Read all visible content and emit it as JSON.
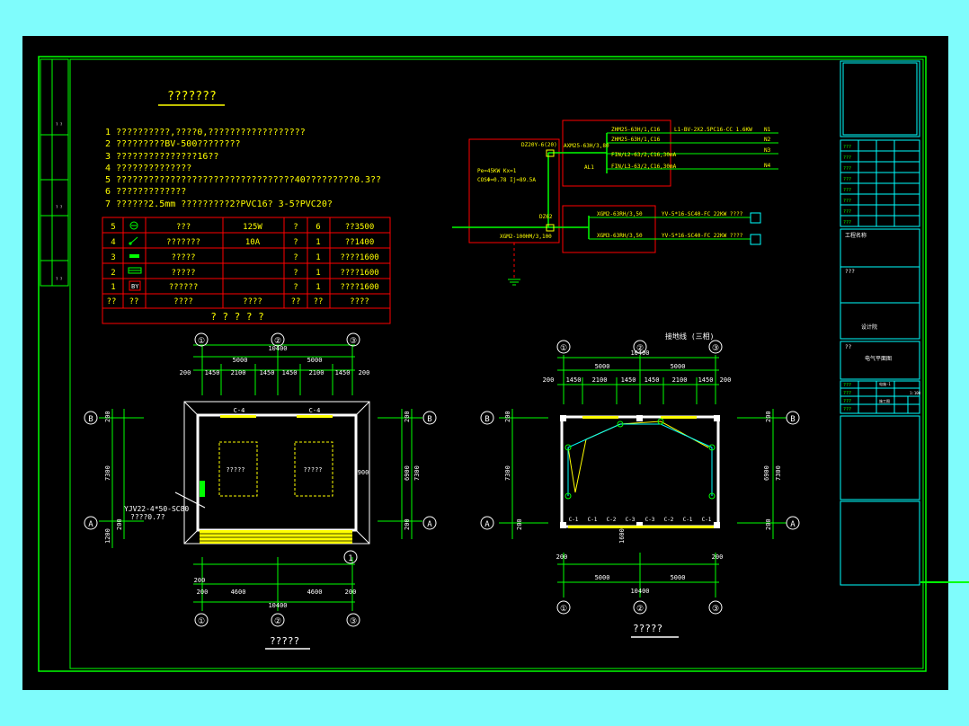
{
  "colors": {
    "background": "#7ffcfc",
    "canvas": "#000000",
    "frame": "#00ff00",
    "red": "#ff0000",
    "yellow": "#ffff00",
    "cyan": "#00ffff",
    "white": "#ffffff"
  },
  "notes": {
    "title": "???????",
    "lines": [
      "1 ??????????,????0,??????????????????",
      "2 ?????????BV-500????????",
      "3 ???????????????16??",
      "4 ??????????????",
      "5 ?????????????????????????????????40?????????0.3??",
      "6 ?????????????",
      "7  ??????2.5mm ?????????2?PVC16?   3-5?PVC20?"
    ]
  },
  "material_table": {
    "rows": [
      [
        "5",
        "",
        "???",
        "125W",
        "?",
        "6",
        "??3500"
      ],
      [
        "4",
        "",
        "???????",
        "10A",
        "?",
        "1",
        "??1400"
      ],
      [
        "3",
        "",
        "?????",
        "",
        "?",
        "1",
        "????1600"
      ],
      [
        "2",
        "",
        "?????",
        "",
        "?",
        "1",
        "????1600"
      ],
      [
        "1",
        "BY",
        "??????",
        "",
        "?",
        "1",
        "????1600"
      ],
      [
        "??",
        "??",
        "????",
        "????",
        "??",
        "??",
        "????"
      ]
    ],
    "footer": "? ? ? ? ?"
  },
  "system": {
    "incoming_label": "DZ20Y-6(20)",
    "load_text_1": "Pe=45KW  Kx=1",
    "load_text_2": "COSΦ=0.78  Ij=89.5A",
    "main_breaker": "DZ62",
    "lower_breaker": "XGM2-100HM/3,100",
    "branch_breaker": "AXM25-63H/3,80",
    "al_label": "AL1",
    "branches": [
      {
        "breaker": "ZHM25-63H/1,C16",
        "cable": "L1-BV-2X2.5PC16-CC 1.6KW",
        "tag": "N1"
      },
      {
        "breaker": "ZHM25-63H/1,C16",
        "cable": "",
        "tag": "N2"
      },
      {
        "breaker": "FIN/L2-63/2,C16,30mA",
        "cable": "",
        "tag": "N3"
      },
      {
        "breaker": "FIN/L3-63/2,C16,30mA",
        "cable": "",
        "tag": "N4"
      }
    ],
    "lower_branches": [
      {
        "breaker": "XGM2-63RH/3,50",
        "cable": "YV-5*16-SC40-FC 22KW ????"
      },
      {
        "breaker": "XGM3-63RH/3,50",
        "cable": "YV-5*16-SC40-FC 22KW ????"
      }
    ]
  },
  "left_plan": {
    "axes_top": [
      "①",
      "②",
      "③"
    ],
    "overall": "10400",
    "spans": [
      "5000",
      "5000"
    ],
    "subdims": [
      "200",
      "1450",
      "2100",
      "1450",
      "1450",
      "2100",
      "1450",
      "200"
    ],
    "axes_side": [
      "B",
      "A"
    ],
    "side_dims": [
      "200",
      "7300",
      "200",
      "1200"
    ],
    "side_dims_right": [
      "200",
      "6900",
      "7300",
      "200"
    ],
    "door_label": "900",
    "window_label": "C-4",
    "box_label": "?????",
    "cable_label": "YJV22-4*50-SC80",
    "cable_sub": "????0.7?",
    "bottom_dims": [
      "200",
      "4600",
      "4600",
      "200"
    ],
    "bottom_overall": "10400",
    "circle_mark": "1",
    "caption": "?????"
  },
  "right_plan": {
    "title": "接地线 (三相)",
    "axes_top": [
      "①",
      "②",
      "③"
    ],
    "overall": "10400",
    "spans": [
      "5000",
      "5000"
    ],
    "subdims": [
      "200",
      "1450",
      "2100",
      "1450",
      "1450",
      "2100",
      "1450",
      "200"
    ],
    "axes_side": [
      "B",
      "A"
    ],
    "side_dims": [
      "200",
      "7300",
      "200"
    ],
    "side_dims_right": [
      "200",
      "6900",
      "7300",
      "200"
    ],
    "window_labels": [
      "C-1",
      "C-1",
      "C-2",
      "C-3",
      "C-3",
      "C-2",
      "C-1",
      "C-1"
    ],
    "mid_label": "1600",
    "bottom_dims": [
      "200",
      "5000",
      "5000",
      "200"
    ],
    "bottom_overall": "10400",
    "caption": "?????"
  },
  "title_block": {
    "project_label": "工程名称",
    "company": "设计院",
    "drawing_title": "电气平面图",
    "stage": "施工图",
    "scale": "1:100",
    "number": "电施-1"
  }
}
